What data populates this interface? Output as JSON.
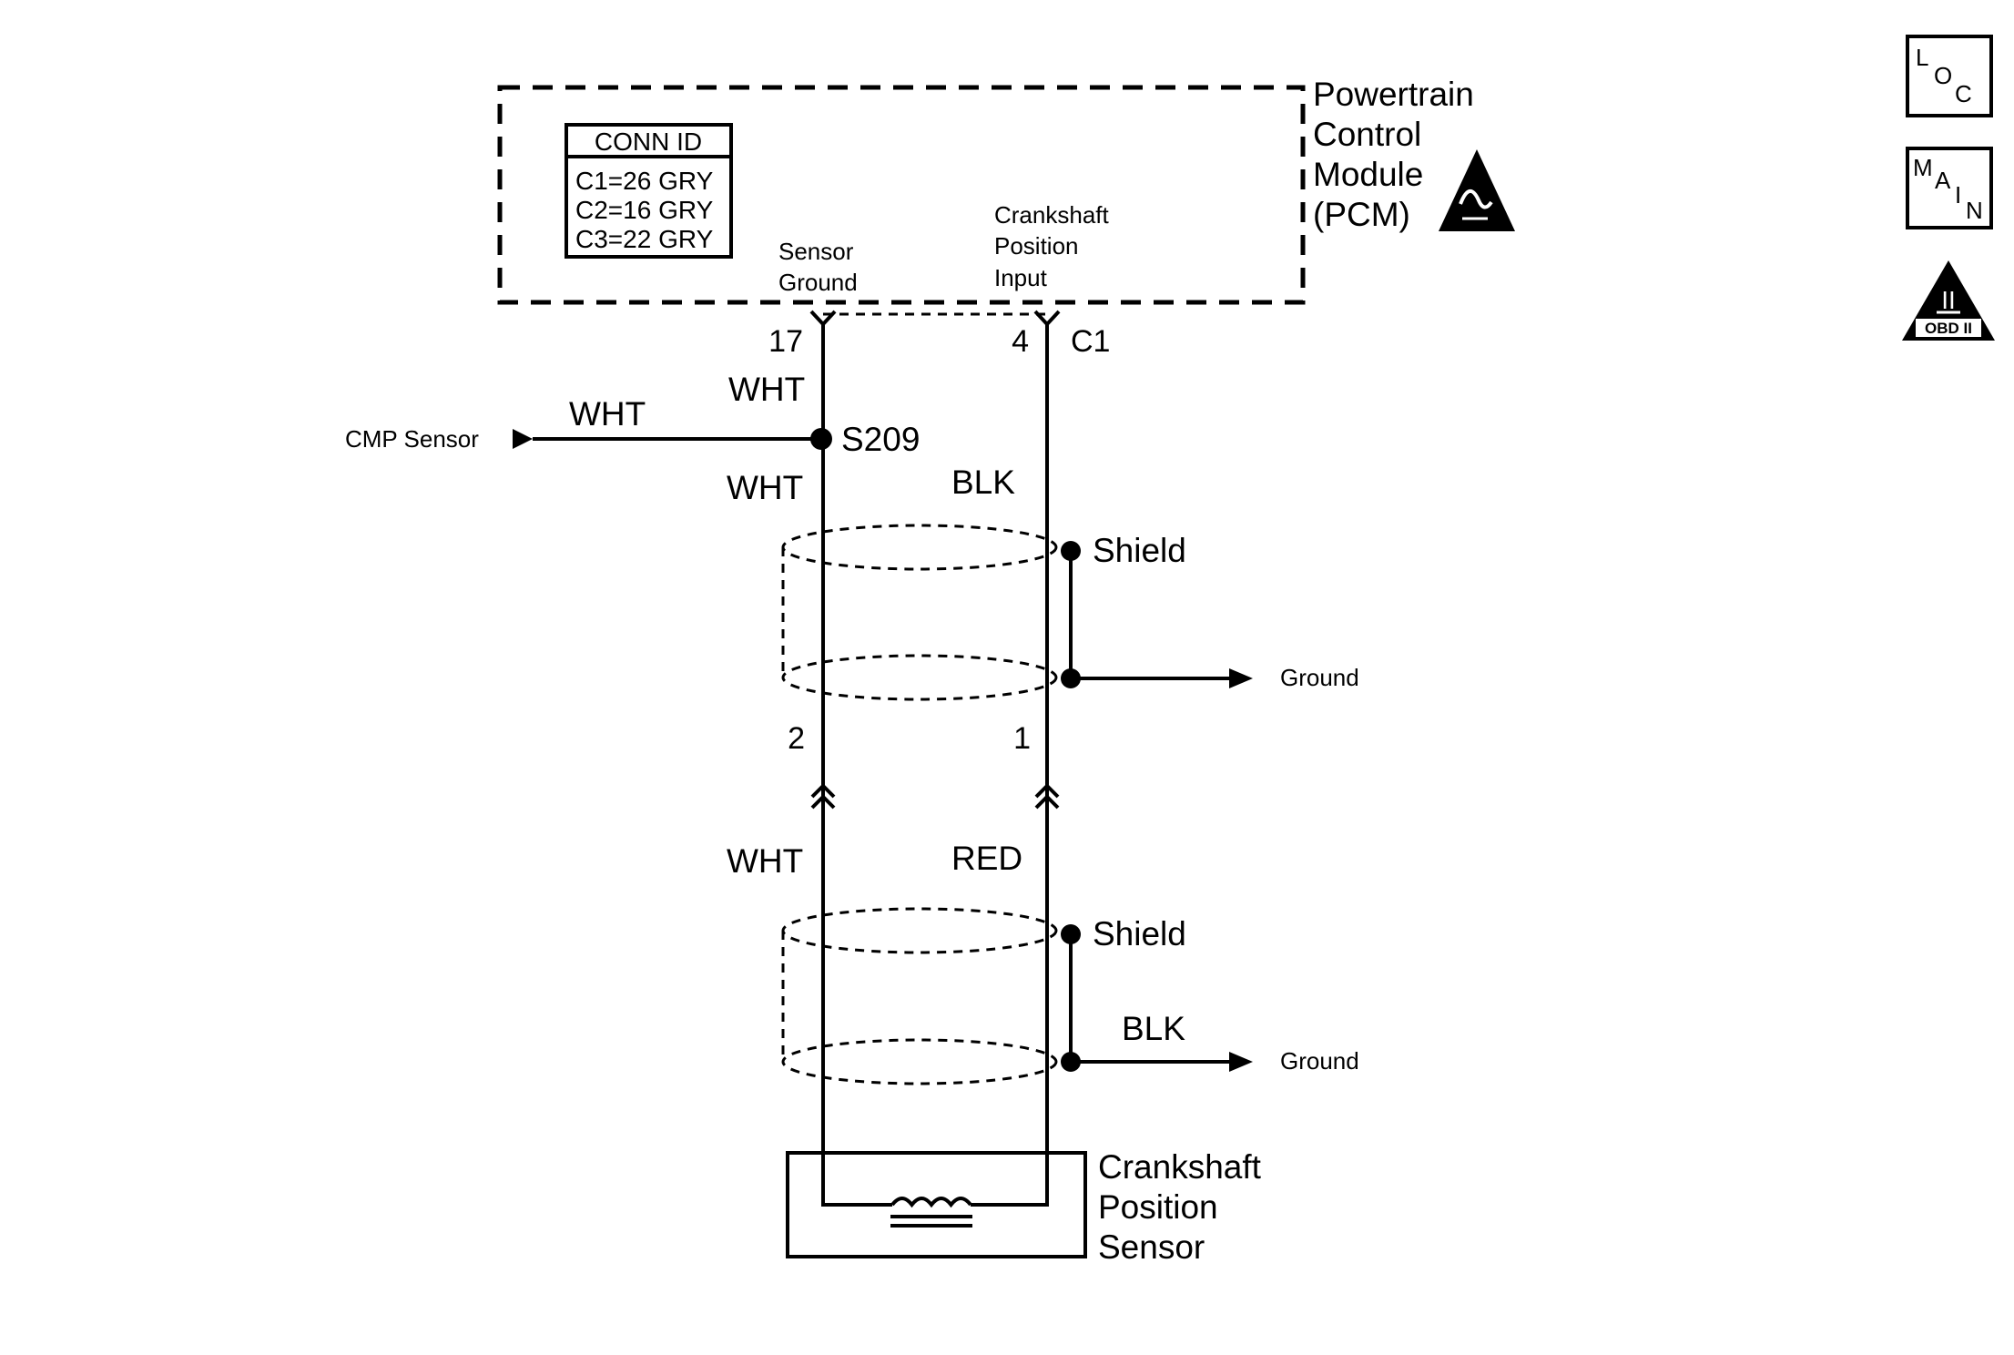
{
  "module": {
    "title_lines": [
      "Powertrain",
      "Control",
      "Module",
      "(PCM)"
    ],
    "conn_id": {
      "header": "CONN ID",
      "rows": [
        "C1=26 GRY",
        "C2=16 GRY",
        "C3=22 GRY"
      ]
    },
    "pins": {
      "sensor_ground_lines": [
        "Sensor",
        "Ground"
      ],
      "ckp_input_lines": [
        "Crankshaft",
        "Position",
        "Input"
      ],
      "pin_left": "17",
      "pin_right": "4",
      "connector": "C1"
    }
  },
  "wires": {
    "wht_upper": "WHT",
    "cmp_wht": "WHT",
    "wht_mid": "WHT",
    "blk_mid": "BLK",
    "wht_lower": "WHT",
    "red_lower": "RED",
    "blk_ground": "BLK"
  },
  "splice": {
    "label": "S209",
    "source": "CMP Sensor"
  },
  "shields": {
    "upper": "Shield",
    "lower": "Shield"
  },
  "grounds": {
    "upper": "Ground",
    "lower": "Ground"
  },
  "harness_pins": {
    "left": "2",
    "right": "1"
  },
  "sensor": {
    "lines": [
      "Crankshaft",
      "Position",
      "Sensor"
    ]
  },
  "nav_icons": {
    "loc": [
      "L",
      "O",
      "C"
    ],
    "main": [
      "M",
      "A",
      "I",
      "N"
    ],
    "obd": {
      "numeral": "II",
      "text": "OBD II"
    }
  }
}
